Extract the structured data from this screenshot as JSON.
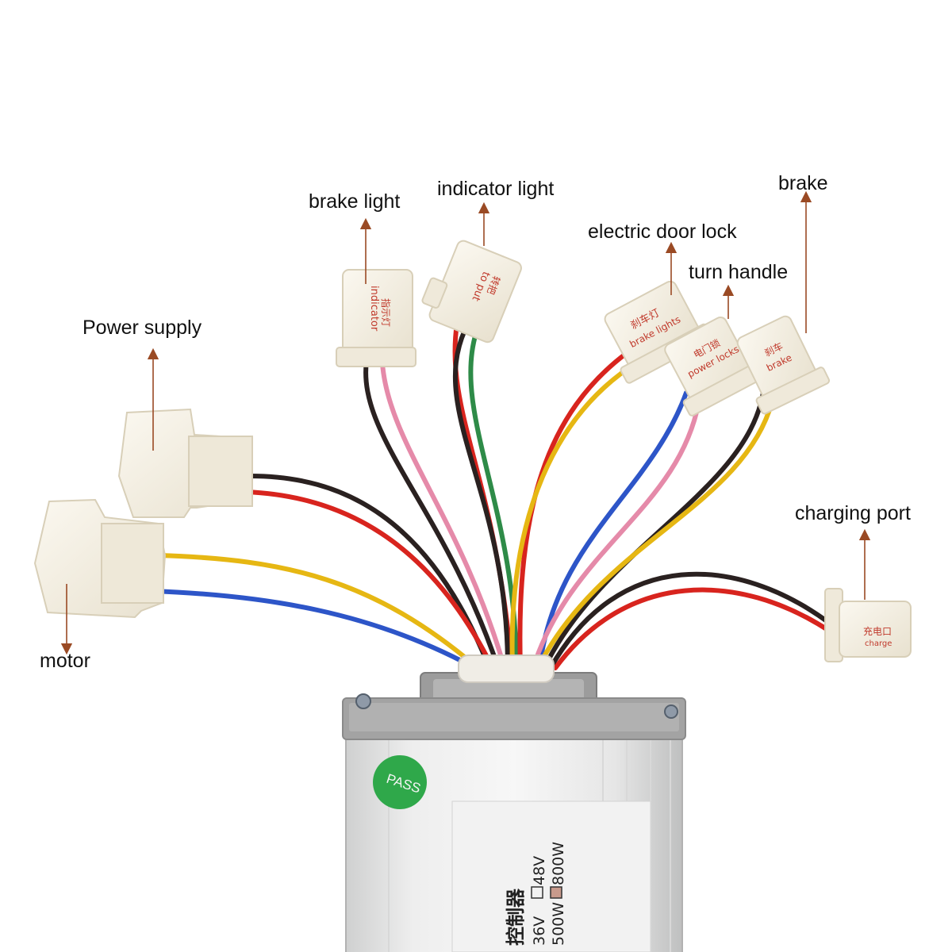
{
  "callouts": {
    "brake_light": "brake light",
    "indicator_light": "indicator light",
    "electric_door_lock": "electric door lock",
    "brake": "brake",
    "turn_handle": "turn handle",
    "power_supply": "Power supply",
    "charging_port": "charging port",
    "motor": "motor"
  },
  "connector_labels": {
    "indicator_cn": "指示灯",
    "indicator_en": "indicator",
    "to_put_cn": "转把",
    "to_put_en": "to put",
    "brake_lights_cn": "刹车灯",
    "brake_lights_en": "brake lights",
    "power_locks_cn": "电门锁",
    "power_locks_en": "power locks",
    "brake_cn": "刹车",
    "brake_en": "brake",
    "charge_cn": "充电口",
    "charge_en": "charge"
  },
  "controller": {
    "pass_sticker": "PASS",
    "title_cn": "控制器",
    "voltage_36": "36V",
    "voltage_48": "48V",
    "power_500": "500W",
    "power_800": "800W"
  },
  "colors": {
    "arrow": "#9a4a24",
    "red_wire": "#d8241e",
    "black_wire": "#2a2120",
    "yellow_wire": "#e6b713",
    "blue_wire": "#2d55c8",
    "pink_wire": "#e58aa9",
    "green_wire": "#2e8b48",
    "connector": "#f4efe3",
    "pass_green": "#2fa84a"
  }
}
